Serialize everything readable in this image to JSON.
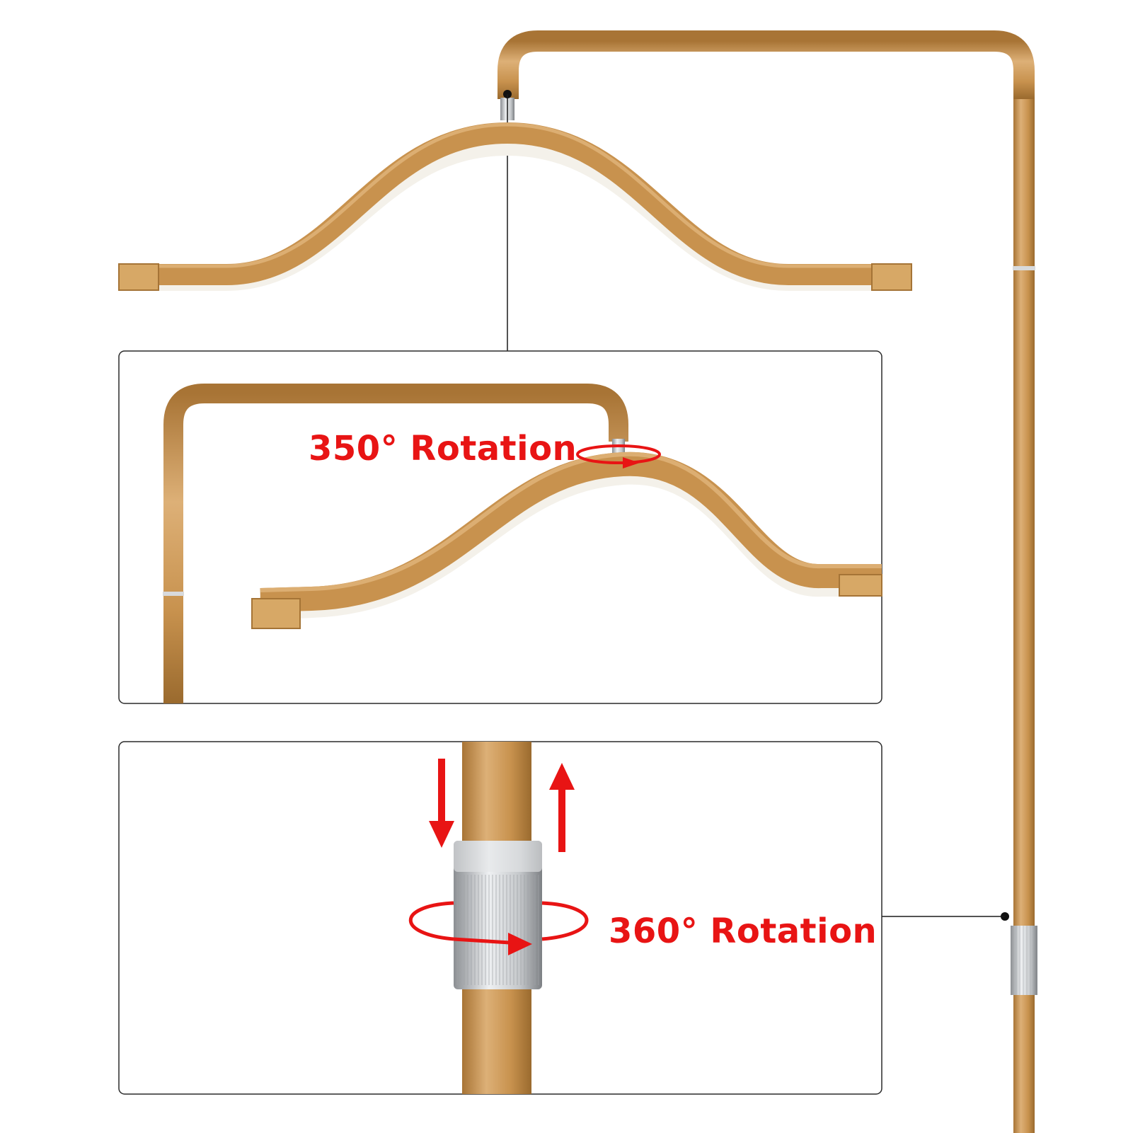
{
  "annotations": {
    "top_rotation": "350°  Rotation",
    "bottom_rotation": "360°  Rotation"
  },
  "colors": {
    "metal_gold": "#c8924e",
    "metal_gold_dark": "#a87435",
    "metal_gold_light": "#ddb077",
    "silver": "#d2d4d6",
    "arrow_red": "#e81414",
    "panel_border": "#2a2a2a",
    "leader_line": "#1a1a1a"
  },
  "illustration": {
    "subject": "floor-lamp",
    "panels": [
      "head-rotation-detail",
      "pole-collar-detail"
    ],
    "icons": [
      "rotation-arrow-icon",
      "down-arrow-icon",
      "up-arrow-icon"
    ]
  }
}
